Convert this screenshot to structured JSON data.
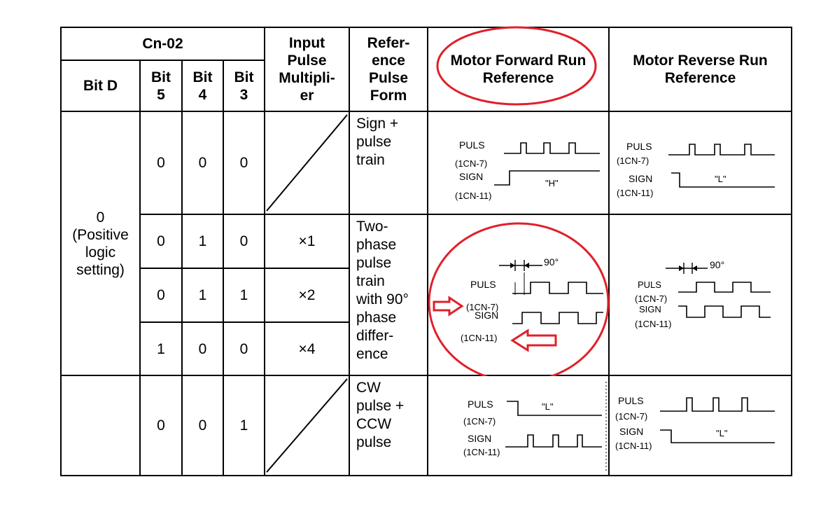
{
  "header": {
    "cn02": "Cn-02",
    "bit_d": "Bit D",
    "bit5": "Bit\n5",
    "bit4": "Bit\n4",
    "bit3": "Bit\n3",
    "multiplier": "Input\nPulse\nMultipli-\ner",
    "form": "Refer-\nence\nPulse\nForm",
    "forward": "Motor Forward Run\nReference",
    "reverse": "Motor Reverse Run\nReference"
  },
  "bit_d_value": "0\n(Positive\nlogic\nsetting)",
  "rows": [
    {
      "bit5": "0",
      "bit4": "0",
      "bit3": "0",
      "multiplier": "",
      "form": "Sign +\npulse\ntrain"
    },
    {
      "bit5": "0",
      "bit4": "1",
      "bit3": "0",
      "multiplier": "×1",
      "form": "Two-\nphase\npulse\ntrain\nwith 90°\nphase\ndiffer-\nence"
    },
    {
      "bit5": "0",
      "bit4": "1",
      "bit3": "1",
      "multiplier": "×2"
    },
    {
      "bit5": "1",
      "bit4": "0",
      "bit3": "0",
      "multiplier": "×4"
    },
    {
      "bit5": "0",
      "bit4": "0",
      "bit3": "1",
      "multiplier": "",
      "form": "CW\npulse +\nCCW\npulse"
    }
  ],
  "waveforms": {
    "puls": "PULS",
    "sign": "SIGN",
    "cn7": "(1CN-7)",
    "cn11": "(1CN-11)",
    "high": "\"H\"",
    "low": "\"L\"",
    "phase": "90°"
  },
  "annotation_color": "#e0202a"
}
